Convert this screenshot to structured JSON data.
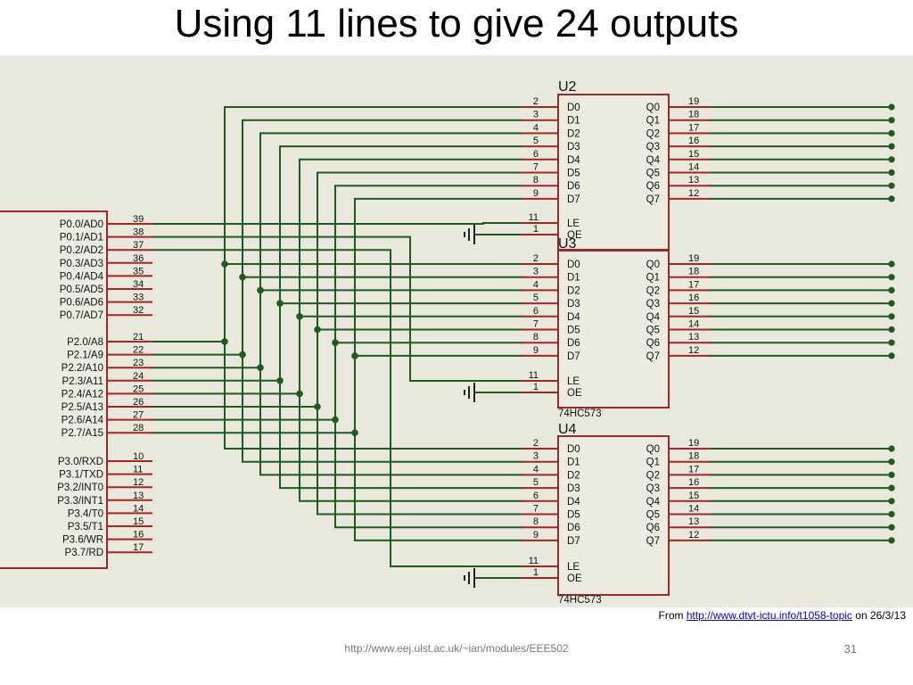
{
  "slide": {
    "title": "Using 11 lines to give 24 outputs",
    "footer_url": "http://www.eej.ulst.ac.uk/~ian/modules/EEE502",
    "slide_number": "31"
  },
  "credit": {
    "prefix": "From ",
    "link_text": "http://www.dtvt-ictu.info/t1058-topic",
    "suffix": " on 26/3/13"
  },
  "colors": {
    "background": "#e9e8dc",
    "wire": "#1f5a1f",
    "pin": "#aa2222",
    "body_border": "#9a2a2a"
  },
  "mcu": {
    "port0": [
      {
        "label": "P0.0/AD0",
        "pin": "39"
      },
      {
        "label": "P0.1/AD1",
        "pin": "38"
      },
      {
        "label": "P0.2/AD2",
        "pin": "37"
      },
      {
        "label": "P0.3/AD3",
        "pin": "36"
      },
      {
        "label": "P0.4/AD4",
        "pin": "35"
      },
      {
        "label": "P0.5/AD5",
        "pin": "34"
      },
      {
        "label": "P0.6/AD6",
        "pin": "33"
      },
      {
        "label": "P0.7/AD7",
        "pin": "32"
      }
    ],
    "port2": [
      {
        "label": "P2.0/A8",
        "pin": "21"
      },
      {
        "label": "P2.1/A9",
        "pin": "22"
      },
      {
        "label": "P2.2/A10",
        "pin": "23"
      },
      {
        "label": "P2.3/A11",
        "pin": "24"
      },
      {
        "label": "P2.4/A12",
        "pin": "25"
      },
      {
        "label": "P2.5/A13",
        "pin": "26"
      },
      {
        "label": "P2.6/A14",
        "pin": "27"
      },
      {
        "label": "P2.7/A15",
        "pin": "28"
      }
    ],
    "port3": [
      {
        "label": "P3.0/RXD",
        "pin": "10"
      },
      {
        "label": "P3.1/TXD",
        "pin": "11"
      },
      {
        "label": "P3.2/INT0",
        "pin": "12"
      },
      {
        "label": "P3.3/INT1",
        "pin": "13"
      },
      {
        "label": "P3.4/T0",
        "pin": "14"
      },
      {
        "label": "P3.5/T1",
        "pin": "15"
      },
      {
        "label": "P3.6/WR",
        "pin": "16"
      },
      {
        "label": "P3.7/RD",
        "pin": "17"
      }
    ]
  },
  "latches": [
    {
      "ref": "U2",
      "part": ""
    },
    {
      "ref": "U3",
      "part": "74HC573"
    },
    {
      "ref": "U4",
      "part": "74HC573"
    }
  ],
  "latch_pins": {
    "d_labels": [
      "D0",
      "D1",
      "D2",
      "D3",
      "D4",
      "D5",
      "D6",
      "D7"
    ],
    "d_pins": [
      "2",
      "3",
      "4",
      "5",
      "6",
      "7",
      "8",
      "9"
    ],
    "q_labels": [
      "Q0",
      "Q1",
      "Q2",
      "Q3",
      "Q4",
      "Q5",
      "Q6",
      "Q7"
    ],
    "q_pins": [
      "19",
      "18",
      "17",
      "16",
      "15",
      "14",
      "13",
      "12"
    ],
    "le_label": "LE",
    "le_pin": "11",
    "oe_label": "OE",
    "oe_pin": "1"
  }
}
